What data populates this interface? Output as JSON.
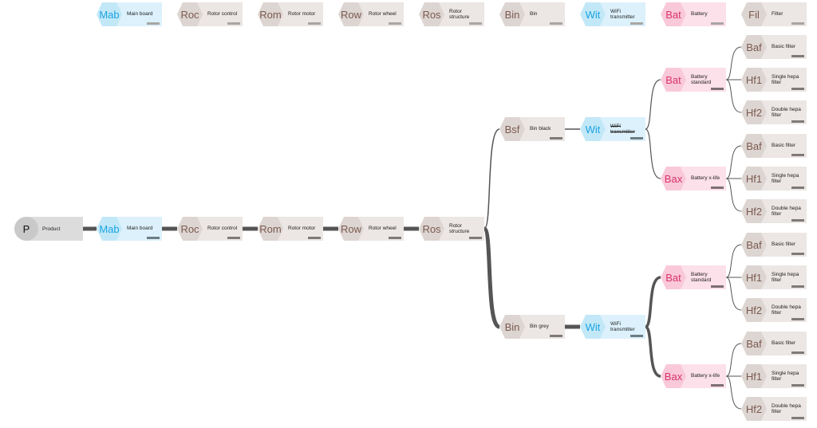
{
  "colors": {
    "beige": "#ece6e4",
    "blue": "#dcf1fb",
    "pink": "#fce0ea",
    "wire": "#555555"
  },
  "legend": [
    {
      "code": "Mab",
      "label": "Main board",
      "color": "blue"
    },
    {
      "code": "Roc",
      "label": "Rotor control",
      "color": "beige"
    },
    {
      "code": "Rom",
      "label": "Rotor motor",
      "color": "beige"
    },
    {
      "code": "Row",
      "label": "Rotor wheel",
      "color": "beige"
    },
    {
      "code": "Ros",
      "label": "Rotor structure",
      "color": "beige"
    },
    {
      "code": "Bin",
      "label": "Bin",
      "color": "beige"
    },
    {
      "code": "Wit",
      "label": "WiFi transmitter",
      "color": "blue"
    },
    {
      "code": "Bat",
      "label": "Battery",
      "color": "pink"
    },
    {
      "code": "Fil",
      "label": "Filter",
      "color": "beige"
    }
  ],
  "product": {
    "code": "P",
    "label": "Product"
  },
  "chain": [
    {
      "code": "Mab",
      "label": "Main board",
      "color": "blue"
    },
    {
      "code": "Roc",
      "label": "Rotor control",
      "color": "beige"
    },
    {
      "code": "Rom",
      "label": "Rotor motor",
      "color": "beige"
    },
    {
      "code": "Row",
      "label": "Rotor wheel",
      "color": "beige"
    },
    {
      "code": "Ros",
      "label": "Rotor structure",
      "color": "beige"
    }
  ],
  "bins": [
    {
      "code": "Bsf",
      "label": "Bin black",
      "color": "beige",
      "wifi": {
        "code": "Wit",
        "label": "WiFi transmitter",
        "strikethrough": true,
        "color": "blue"
      },
      "batteries": [
        {
          "code": "Bat",
          "label": "Battery standard",
          "color": "pink",
          "filters": [
            {
              "code": "Baf",
              "label": "Basic filter"
            },
            {
              "code": "Hf1",
              "label": "Single hepa filter"
            },
            {
              "code": "Hf2",
              "label": "Double hepa filter"
            }
          ]
        },
        {
          "code": "Bax",
          "label": "Battery x-life",
          "color": "pink",
          "filters": [
            {
              "code": "Baf",
              "label": "Basic filter"
            },
            {
              "code": "Hf1",
              "label": "Single hepa filter"
            },
            {
              "code": "Hf2",
              "label": "Double hepa filter"
            }
          ]
        }
      ]
    },
    {
      "code": "Bin",
      "label": "Bin grey",
      "color": "beige",
      "wifi": {
        "code": "Wit",
        "label": "WiFi transmitter",
        "strikethrough": false,
        "color": "blue"
      },
      "batteries": [
        {
          "code": "Bat",
          "label": "Battery standard",
          "color": "pink",
          "filters": [
            {
              "code": "Baf",
              "label": "Basic filter"
            },
            {
              "code": "Hf1",
              "label": "Single hepa filter"
            },
            {
              "code": "Hf2",
              "label": "Double hepa filter"
            }
          ]
        },
        {
          "code": "Bax",
          "label": "Battery x-life",
          "color": "pink",
          "filters": [
            {
              "code": "Baf",
              "label": "Basic filter"
            },
            {
              "code": "Hf1",
              "label": "Single hepa filter"
            },
            {
              "code": "Hf2",
              "label": "Double hepa filter"
            }
          ]
        }
      ]
    }
  ]
}
